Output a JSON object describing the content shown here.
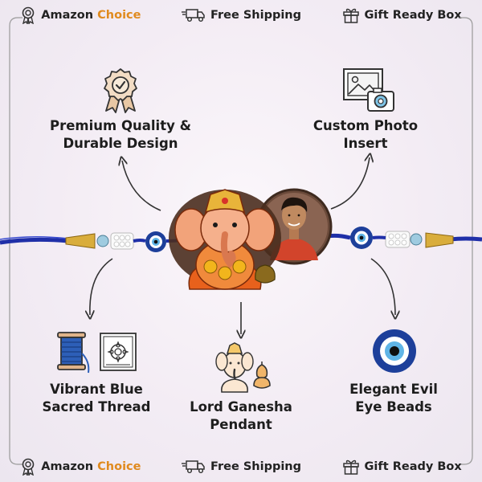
{
  "banner_top": {
    "choice_prefix": "Amazon",
    "choice_accent": "Choice",
    "shipping": "Free Shipping",
    "gift": "Gift Ready Box"
  },
  "banner_bottom": {
    "choice_prefix": "Amazon",
    "choice_accent": "Choice",
    "shipping": "Free Shipping",
    "gift": "Gift Ready Box"
  },
  "features": {
    "quality": {
      "line1": "Premium Quality &",
      "line2": "Durable Design"
    },
    "photo": {
      "line1": "Custom Photo",
      "line2": "Insert"
    },
    "thread": {
      "line1": "Vibrant Blue",
      "line2": "Sacred Thread"
    },
    "ganesha": {
      "line1": "Lord Ganesha",
      "line2": "Pendant"
    },
    "evil_eye": {
      "line1": "Elegant Evil",
      "line2": "Eye Beads"
    }
  },
  "colors": {
    "accent": "#e08a1e",
    "thread": "#1f2fa8",
    "evil_eye_blue": "#1d3f9a",
    "pendant_orange": "#e8611c"
  },
  "icons": [
    "award-badge-icon",
    "delivery-truck-icon",
    "gift-box-icon",
    "photo-camera-icon",
    "thread-spool-icon",
    "mandala-card-icon",
    "ganesha-icon",
    "evil-eye-icon"
  ]
}
